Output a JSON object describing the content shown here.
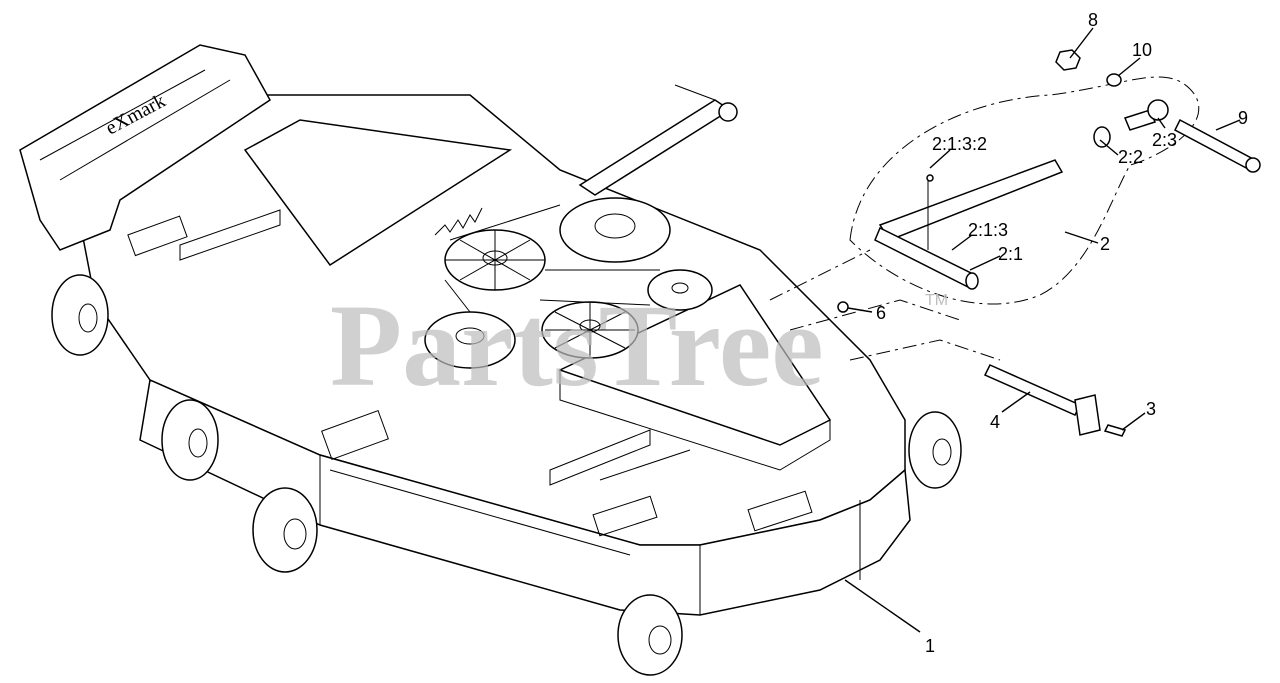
{
  "watermark": {
    "text": "PartsTree",
    "trademark": "TM"
  },
  "callouts": [
    {
      "id": "1",
      "label": "1"
    },
    {
      "id": "2",
      "label": "2"
    },
    {
      "id": "2-1",
      "label": "2:1"
    },
    {
      "id": "2-1-3",
      "label": "2:1:3"
    },
    {
      "id": "2-1-3-2",
      "label": "2:1:3:2"
    },
    {
      "id": "2-2",
      "label": "2:2"
    },
    {
      "id": "2-3",
      "label": "2:3"
    },
    {
      "id": "3",
      "label": "3"
    },
    {
      "id": "4",
      "label": "4"
    },
    {
      "id": "6",
      "label": "6"
    },
    {
      "id": "8",
      "label": "8"
    },
    {
      "id": "9",
      "label": "9"
    },
    {
      "id": "10",
      "label": "10"
    }
  ]
}
